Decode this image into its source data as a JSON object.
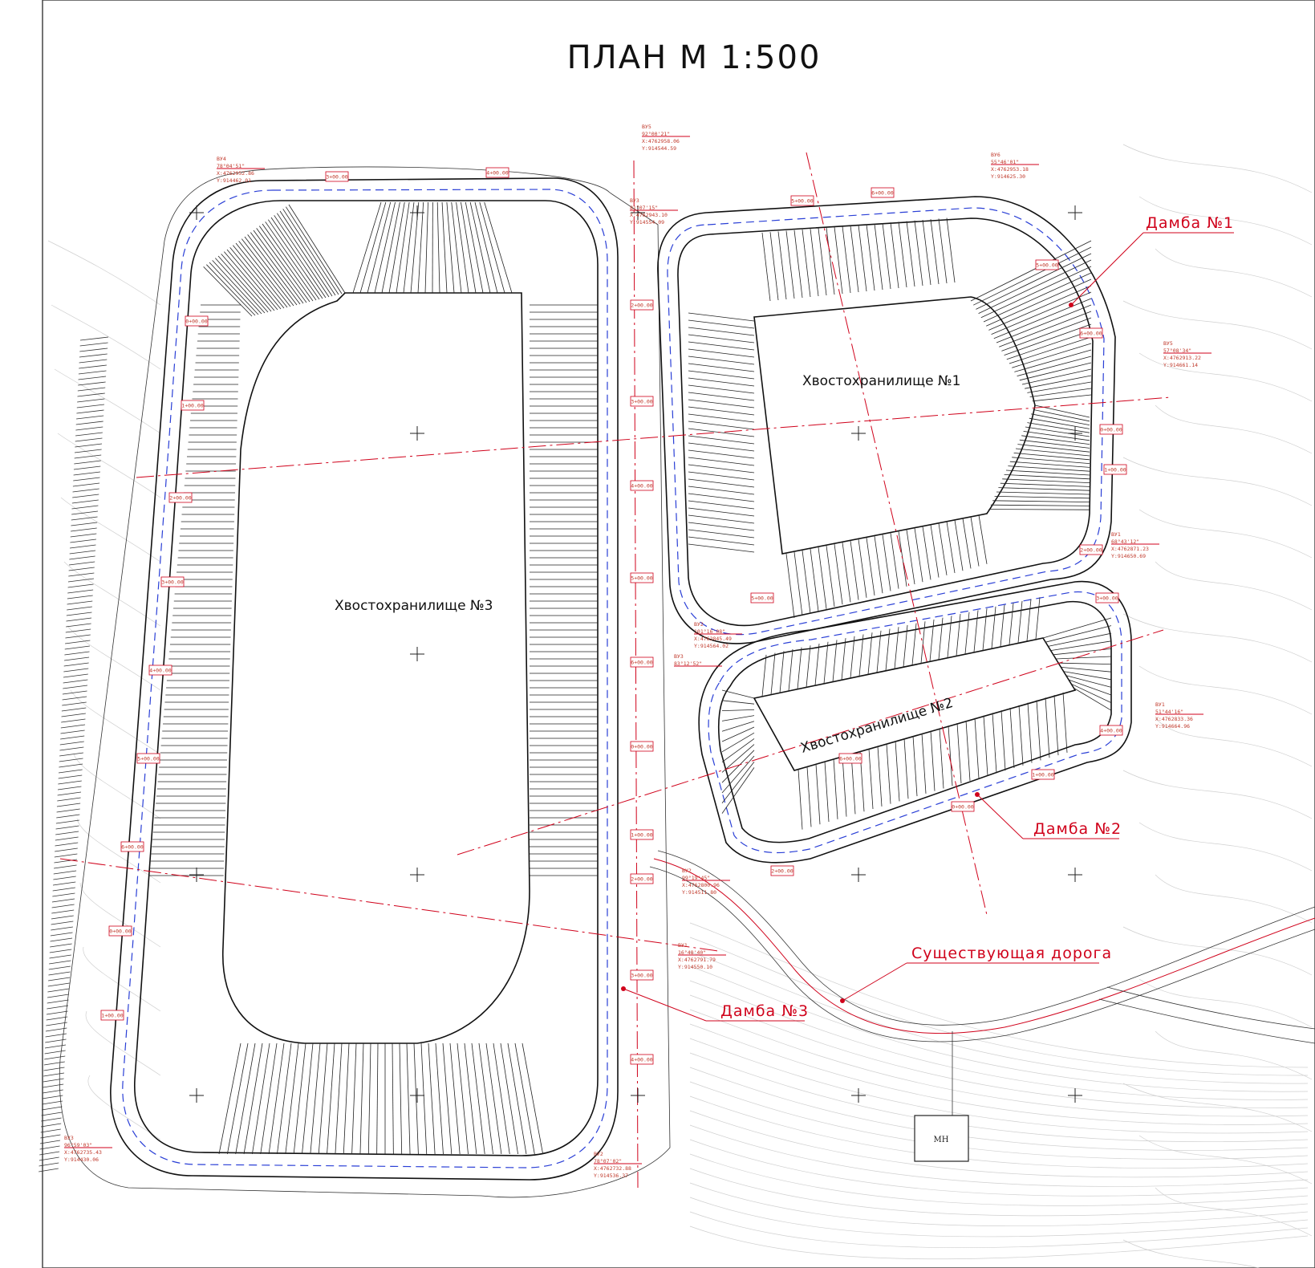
{
  "drawing": {
    "title": "ПЛАН М 1:500",
    "ponds": [
      {
        "name": "Хвостохранилище №1"
      },
      {
        "name": "Хвостохранилище №2"
      },
      {
        "name": "Хвостохранилище №3"
      }
    ],
    "callouts": [
      {
        "label": "Дамба №1"
      },
      {
        "label": "Дамба №2"
      },
      {
        "label": "Дамба №3"
      },
      {
        "label": "Существующая дорога"
      }
    ],
    "structure_label": "МН",
    "angle_points": [
      {
        "name": "ВУ4",
        "angle": "78°04'51\"",
        "x": "X:4762952.86",
        "y": "Y:914462.01"
      },
      {
        "name": "ВУ5",
        "angle": "92°00'21\"",
        "x": "X:4762958.06",
        "y": "Y:914544.59"
      },
      {
        "name": "ВУ3",
        "angle": "81°07'15\"",
        "x": "X:4762943.10",
        "y": "Y:914554.09"
      },
      {
        "name": "ВУ6",
        "angle": "55°46'01\"",
        "x": "X:4762953.18",
        "y": "Y:914625.30"
      },
      {
        "name": "ВУ5",
        "angle": "57°08'34\"",
        "x": "X:4762913.22",
        "y": "Y:914661.14"
      },
      {
        "name": "ВУ1",
        "angle": "68°43'12\"",
        "x": "X:4762871.23",
        "y": "Y:914650.69"
      },
      {
        "name": "ВУ2",
        "angle": "101°16'08\"",
        "x": "X:4762845.49",
        "y": "Y:914564.02"
      },
      {
        "name": "ВУ3",
        "angle": "83°12'52\"",
        "x": "",
        "y": ""
      },
      {
        "name": "ВУ1",
        "angle": "51°44'16\"",
        "x": "X:4762833.36",
        "y": "Y:914664.96"
      },
      {
        "name": "ВУ2",
        "angle": "99°19'45\"",
        "x": "X:4762800.96",
        "y": "Y:914511.80"
      },
      {
        "name": "ВУ1",
        "angle": "16°48'40\"",
        "x": "X:4762791.79",
        "y": "Y:914550.10"
      },
      {
        "name": "ВУ3",
        "angle": "96°59'03\"",
        "x": "X:4762735.43",
        "y": "Y:914430.06"
      },
      {
        "name": "ВУ2",
        "angle": "78°07'02\"",
        "x": "X:4762732.88",
        "y": "Y:914536.37"
      }
    ],
    "stations": [
      "0+00.00",
      "1+00.00",
      "2+00.00",
      "3+00.00",
      "4+00.00",
      "5+00.00",
      "6+00.00"
    ],
    "colors": {
      "ink": "#111111",
      "accent": "#d0021b",
      "axis_blue": "#2a3fd6",
      "contour": "#cfcfcf"
    }
  }
}
